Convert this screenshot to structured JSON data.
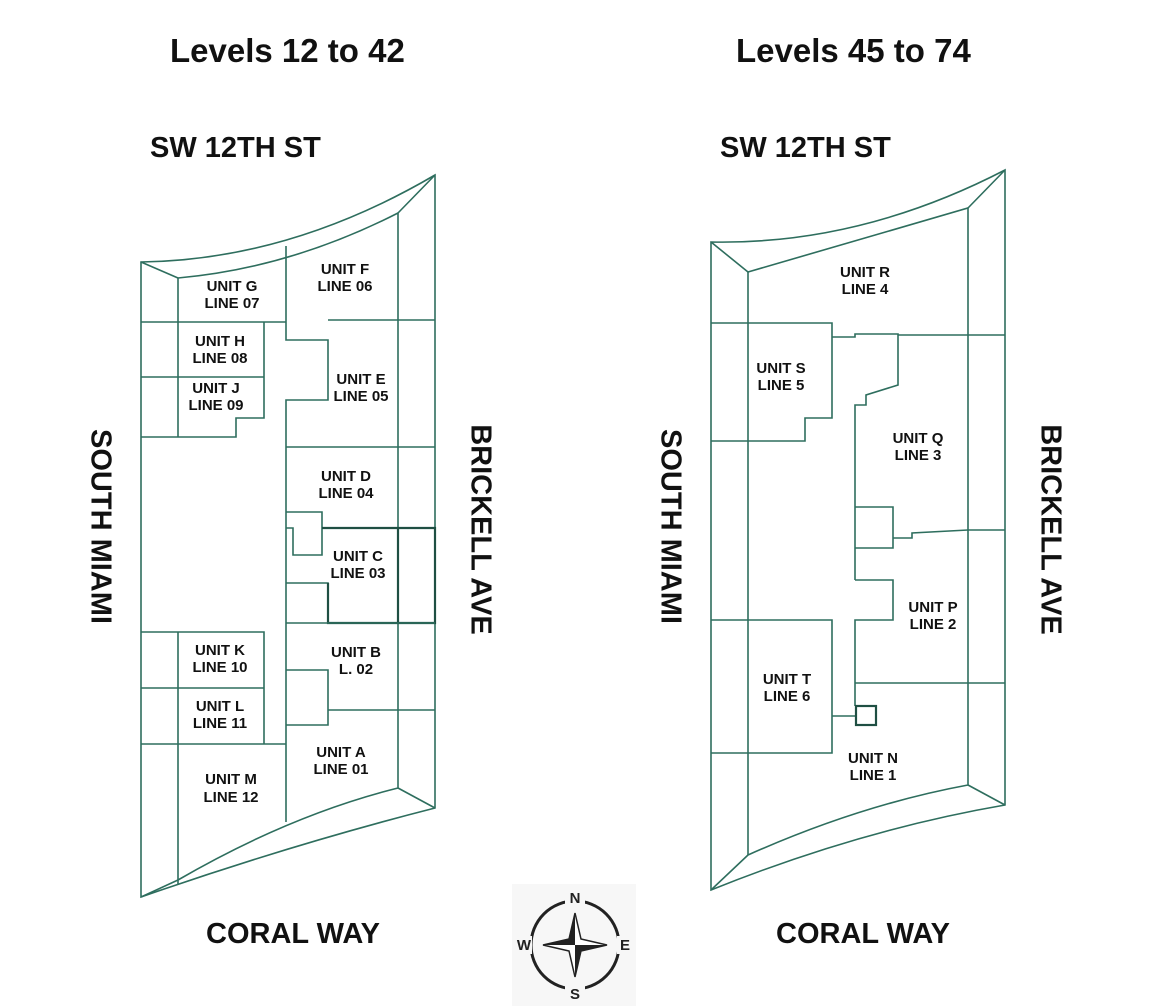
{
  "plans": [
    {
      "title": "Levels 12 to 42",
      "north_street": "SW 12TH ST",
      "south_street": "CORAL WAY",
      "west_street": "SOUTH MIAMI",
      "east_street": "BRICKELL AVE",
      "units": [
        {
          "unit": "UNIT G",
          "line": "LINE 07"
        },
        {
          "unit": "UNIT F",
          "line": "LINE 06"
        },
        {
          "unit": "UNIT H",
          "line": "LINE 08"
        },
        {
          "unit": "UNIT J",
          "line": "LINE 09"
        },
        {
          "unit": "UNIT E",
          "line": "LINE 05"
        },
        {
          "unit": "UNIT D",
          "line": "LINE 04"
        },
        {
          "unit": "UNIT C",
          "line": "LINE 03"
        },
        {
          "unit": "UNIT K",
          "line": "LINE 10"
        },
        {
          "unit": "UNIT B",
          "line": "L. 02"
        },
        {
          "unit": "UNIT L",
          "line": "LINE 11"
        },
        {
          "unit": "UNIT A",
          "line": "LINE 01"
        },
        {
          "unit": "UNIT M",
          "line": "LINE 12"
        }
      ]
    },
    {
      "title": "Levels 45 to 74",
      "north_street": "SW 12TH ST",
      "south_street": "CORAL WAY",
      "west_street": "SOUTH MIAMI",
      "east_street": "BRICKELL AVE",
      "units": [
        {
          "unit": "UNIT R",
          "line": "LINE 4"
        },
        {
          "unit": "UNIT S",
          "line": "LINE 5"
        },
        {
          "unit": "UNIT Q",
          "line": "LINE 3"
        },
        {
          "unit": "UNIT P",
          "line": "LINE 2"
        },
        {
          "unit": "UNIT T",
          "line": "LINE 6"
        },
        {
          "unit": "UNIT N",
          "line": "LINE 1"
        }
      ]
    }
  ],
  "compass": {
    "n": "N",
    "e": "E",
    "s": "S",
    "w": "W"
  },
  "colors": {
    "walls": "#2e6e5e",
    "text": "#111111"
  }
}
